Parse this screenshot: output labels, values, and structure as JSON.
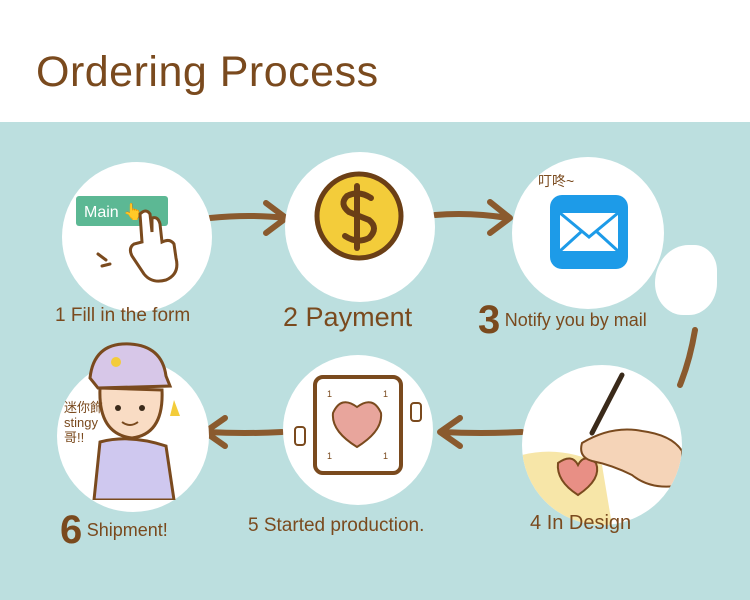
{
  "title": "Ordering Process",
  "steps": [
    {
      "number": "1",
      "label": "Fill in the form",
      "icon": "hand-click-form-icon",
      "button_text": "Main 👆"
    },
    {
      "number": "2",
      "label": "Payment",
      "icon": "dollar-coin-icon"
    },
    {
      "number": "3",
      "label": "Notify you by mail",
      "icon": "mail-envelope-icon",
      "note": "叮咚~"
    },
    {
      "number": "4",
      "label": "In Design",
      "icon": "drawing-hand-icon"
    },
    {
      "number": "5",
      "label": "Started production.",
      "icon": "production-frame-icon"
    },
    {
      "number": "6",
      "label": "Shipment!",
      "icon": "delivery-person-icon",
      "side_text": "迷你飾",
      "side_text_2": "stingy",
      "side_text_3": "哥!!"
    }
  ],
  "colors": {
    "brown": "#7a4a1e",
    "panel": "#bcdfdf",
    "coin": "#f3cc3a",
    "mail": "#1d9be8"
  }
}
